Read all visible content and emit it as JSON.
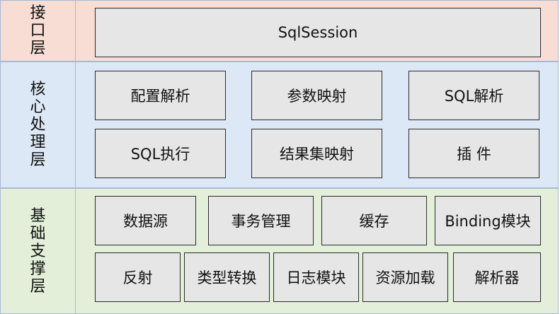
{
  "layers": {
    "interface": {
      "label": "接口层",
      "boxes": [
        "SqlSession"
      ]
    },
    "core": {
      "label": "核心处理层",
      "boxes": [
        "配置解析",
        "参数映射",
        "SQL解析",
        "SQL执行",
        "结果集映射",
        "插 件"
      ]
    },
    "base": {
      "label": "基础支撑层",
      "boxes": [
        "数据源",
        "事务管理",
        "缓存",
        "Binding模块",
        "反射",
        "类型转换",
        "日志模块",
        "资源加载",
        "解析器"
      ]
    }
  },
  "colors": {
    "interface_bg": "#f7ddd3",
    "core_bg": "#dce8f6",
    "base_bg": "#e3efd8",
    "box_fill": "#e6e6e6",
    "box_border": "#2b2b2b"
  }
}
